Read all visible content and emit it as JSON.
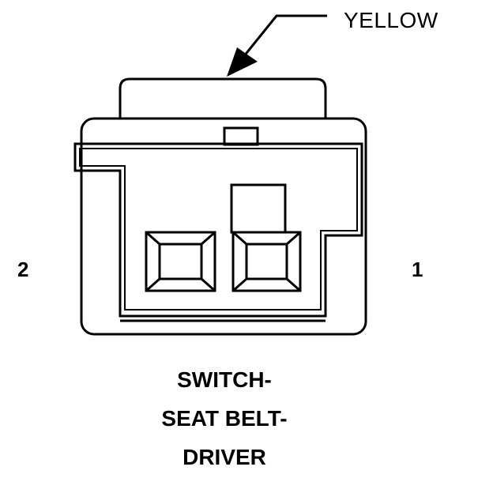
{
  "callout": {
    "label": "YELLOW"
  },
  "pins": {
    "left": "2",
    "right": "1"
  },
  "title": {
    "line1": "SWITCH-",
    "line2": "SEAT BELT-",
    "line3": "DRIVER"
  }
}
